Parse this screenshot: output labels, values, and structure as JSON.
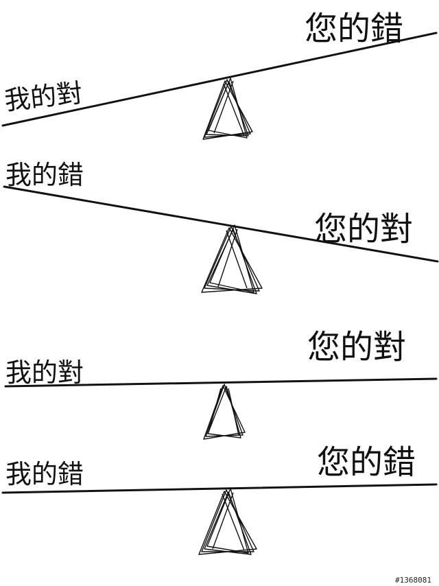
{
  "panels": [
    {
      "left_label": "我的對",
      "right_label": "您的錯"
    },
    {
      "left_label": "我的錯",
      "right_label": "您的對"
    },
    {
      "left_label": "我的對",
      "right_label": "您的對"
    },
    {
      "left_label": "我的錯",
      "right_label": "您的錯"
    }
  ],
  "watermark": "#1368081"
}
